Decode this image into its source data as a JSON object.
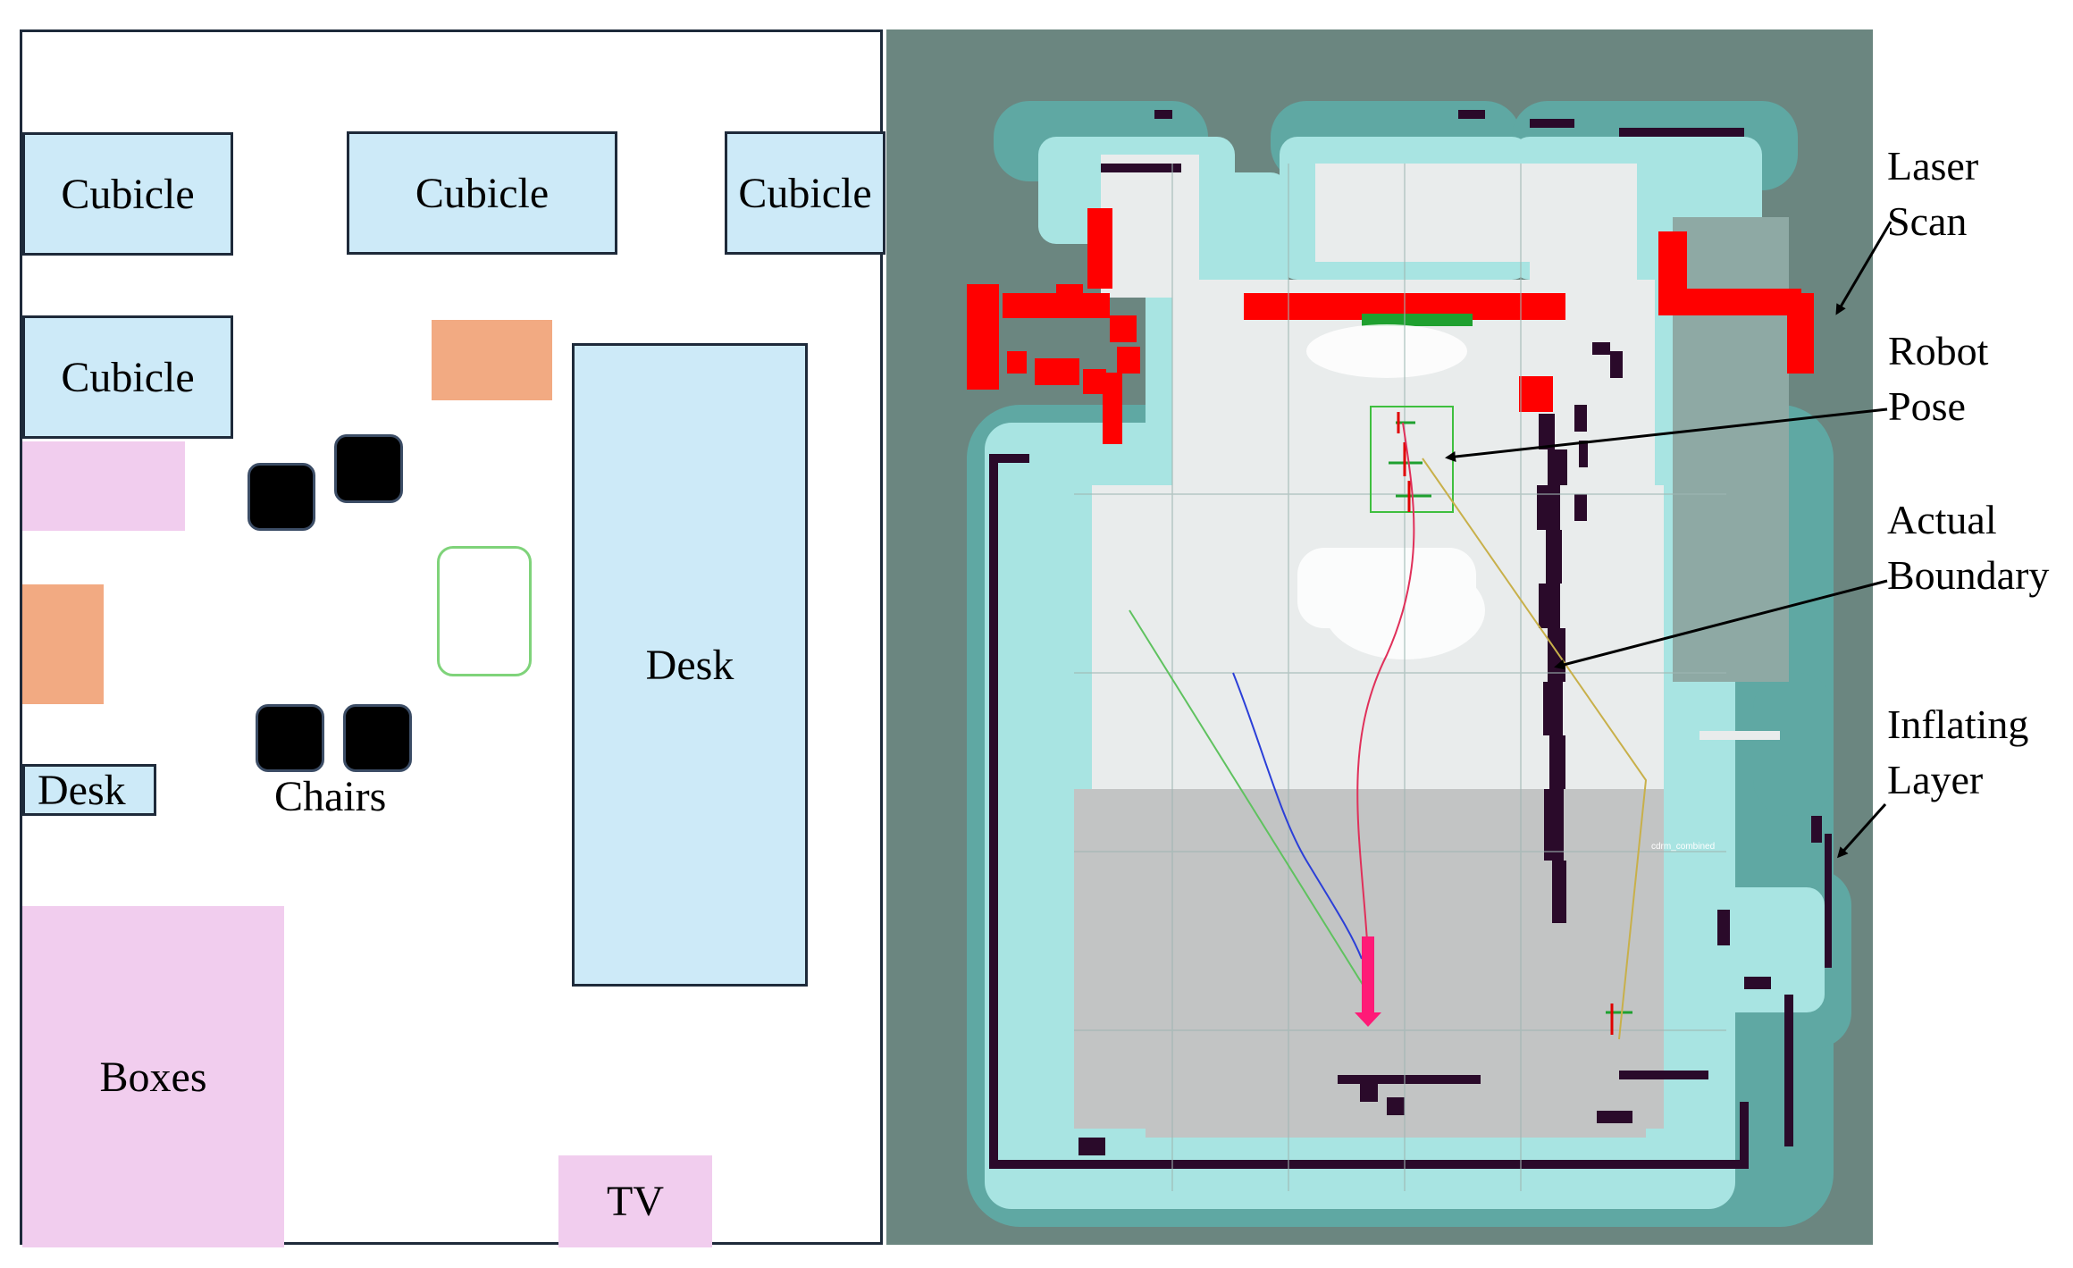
{
  "floor_plan": {
    "cubicle_1": "Cubicle",
    "cubicle_2": "Cubicle",
    "cubicle_3": "Cubicle",
    "cubicle_4": "Cubicle",
    "desk_large": "Desk",
    "desk_small": "Desk",
    "chairs": "Chairs",
    "boxes": "Boxes",
    "tv": "TV"
  },
  "costmap": {
    "frame_label": "cdrm_combined"
  },
  "annotations": {
    "laser_scan": [
      "Laser",
      "Scan"
    ],
    "robot_pose": [
      "Robot",
      "Pose"
    ],
    "actual_boundary": [
      "Actual",
      "Boundary"
    ],
    "inflating_layer": [
      "Inflating",
      "Layer"
    ]
  },
  "colors": {
    "cubicle_fill": "#cdeaf8",
    "boxes_fill": "#f1cdee",
    "orange_fill": "#f2aa82",
    "map_background": "#6b8680",
    "inflation": "#a8e4e2",
    "inflation_outer": "#5fa8a3",
    "free_space": "#e9ecec",
    "laser_scan": "#ff0000",
    "robot_arrow": "#ff1a77",
    "boundary": "#2a0a2a"
  }
}
